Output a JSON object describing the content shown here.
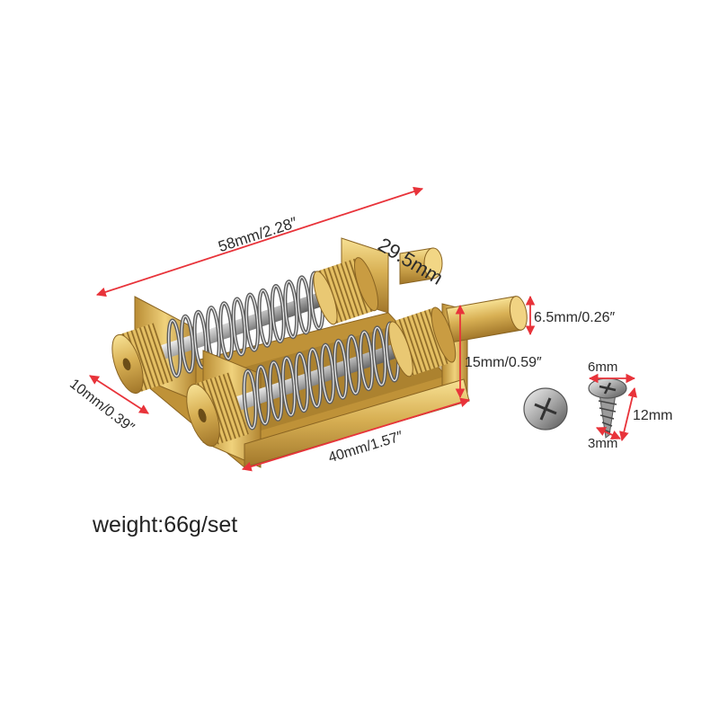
{
  "dimensions": {
    "length_label": "58mm/2.28″",
    "depth_label": "29.5mm",
    "pin_diameter_label": "6.5mm/0.26″",
    "height_label": "15mm/0.59″",
    "cap_diameter_label": "10mm/0.39″",
    "width_label": "40mm/1.57″"
  },
  "screw": {
    "head_label": "6mm",
    "length_label": "12mm",
    "shaft_label": "3mm"
  },
  "weight_label": "weight:66g/set",
  "colors": {
    "arrow": "#e8333a",
    "text": "#2b2b2b",
    "brass": "#d4a94b",
    "steel": "#9a9a9a",
    "background": "#ffffff"
  }
}
